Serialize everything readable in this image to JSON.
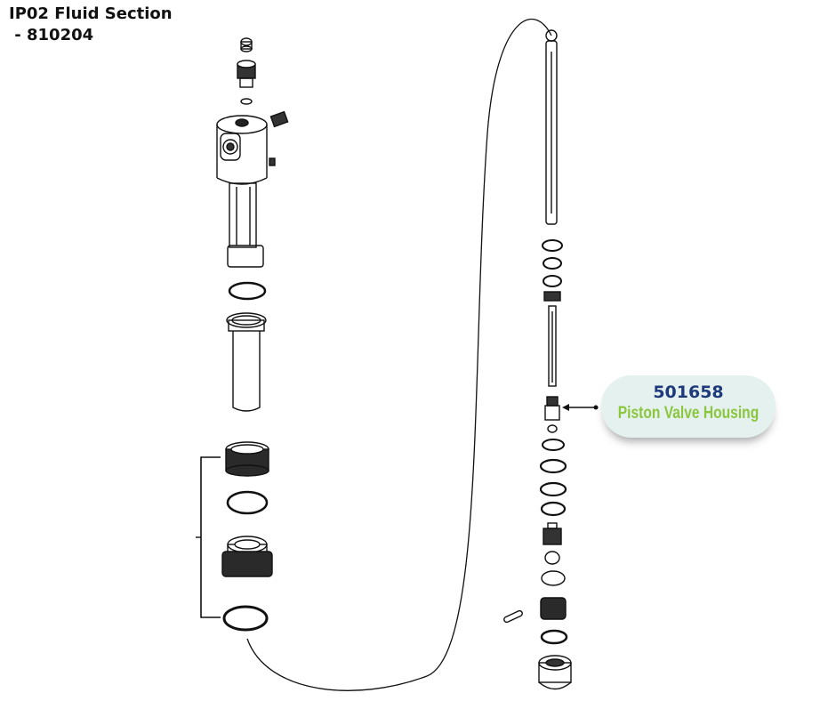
{
  "title": {
    "line1": "IP02 Fluid Section",
    "line2": " - 810204"
  },
  "callout": {
    "part_number": "501658",
    "description": "Piston Valve Housing",
    "pn_color": "#1f3a7a",
    "desc_color": "#8cc63f",
    "bg_color": "#e4f1ef"
  }
}
